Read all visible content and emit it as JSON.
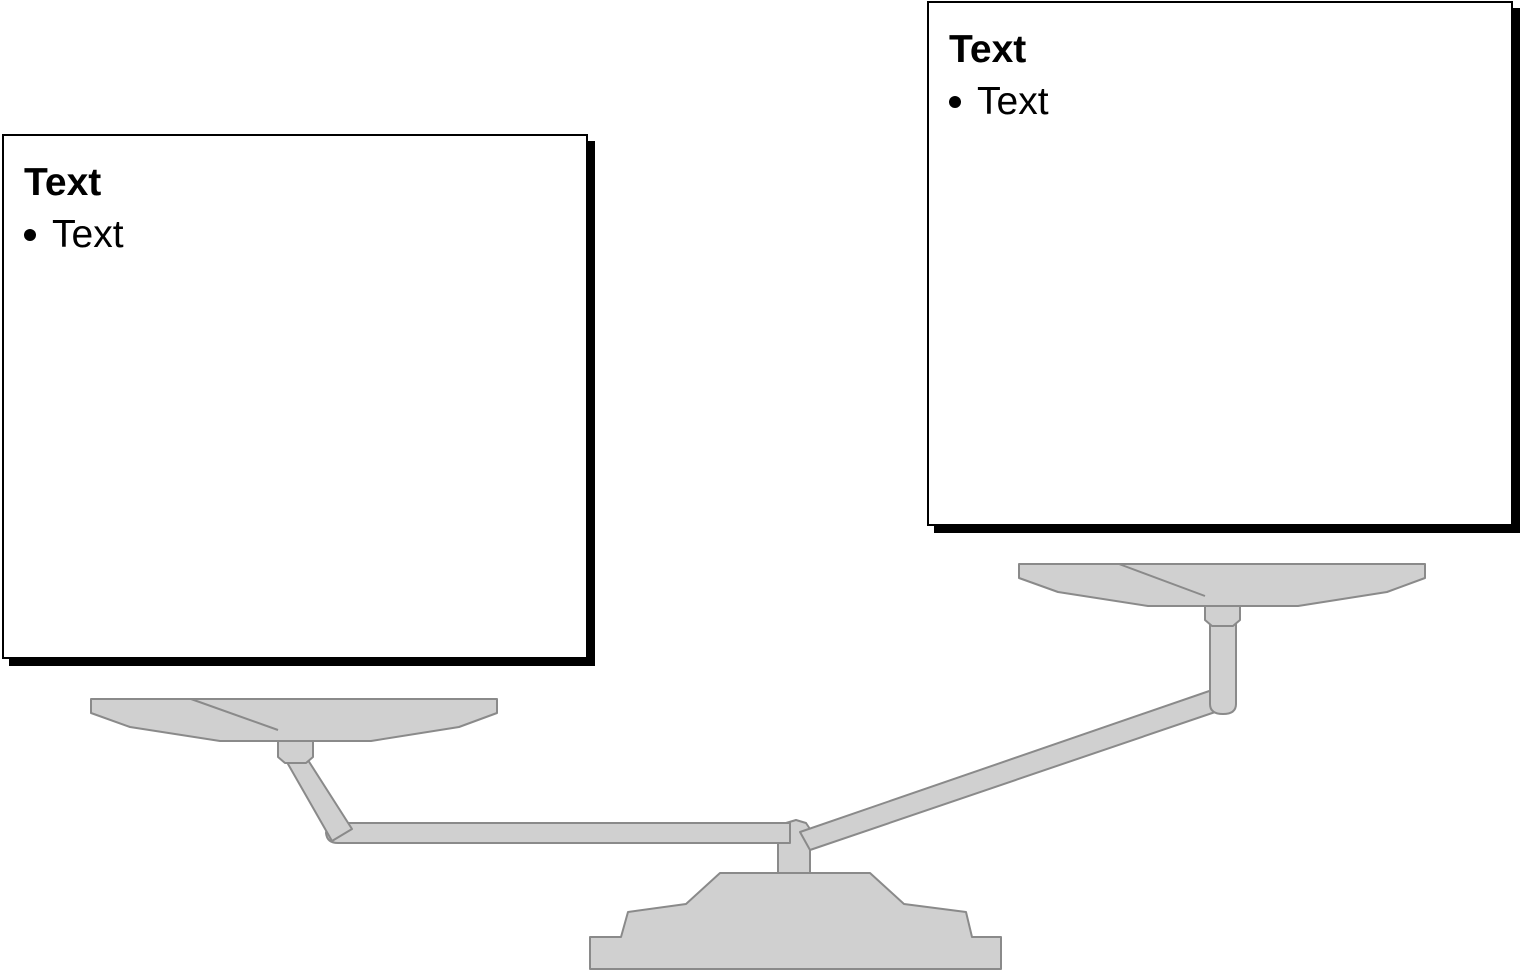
{
  "left_box": {
    "heading": "Text",
    "bullets": [
      "Text"
    ]
  },
  "right_box": {
    "heading": "Text",
    "bullets": [
      "Text"
    ]
  },
  "colors": {
    "scale_fill": "#d0d0d0",
    "scale_stroke": "#8a8a8a",
    "box_border": "#000000",
    "box_shadow": "#000000",
    "text": "#000000"
  }
}
